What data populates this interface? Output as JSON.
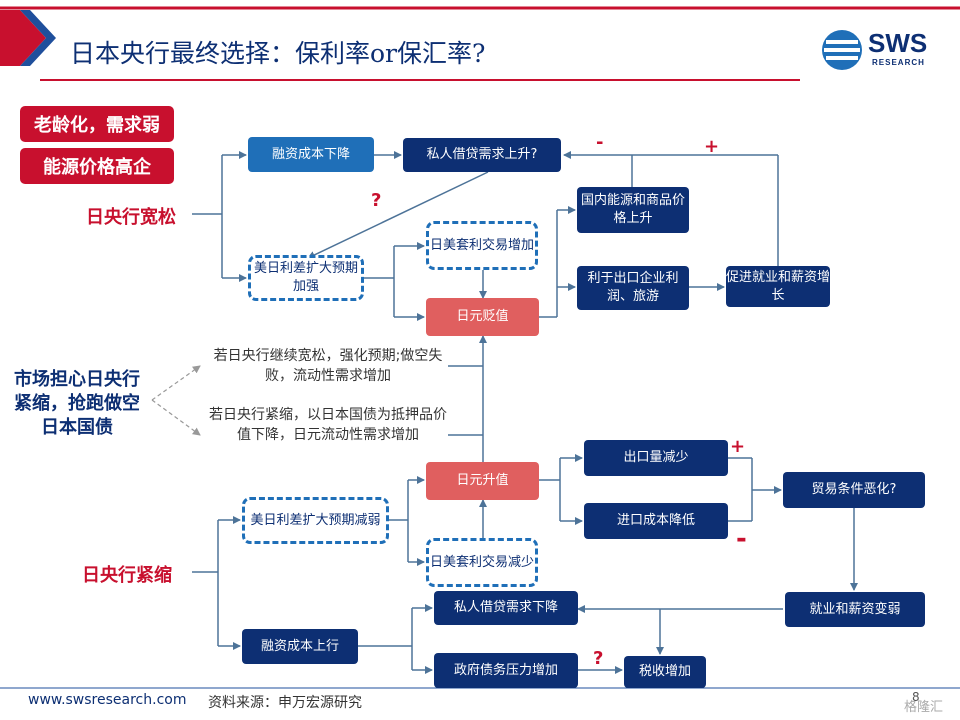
{
  "header": {
    "title": "日本央行最终选择：保利率or保汇率?",
    "logo_text": "SWS",
    "logo_sub": "RESEARCH"
  },
  "tags": {
    "aging": "老龄化，需求弱",
    "energy": "能源价格高企"
  },
  "labels": {
    "easing": "日央行宽松",
    "tightening": "日央行紧缩",
    "market_worry": "市场担心日央行紧缩，抢跑做空日本国债"
  },
  "notes": {
    "note1": "若日央行继续宽松，强化预期;做空失败，流动性需求增加",
    "note2": "若日央行紧缩，以日本国债为抵押品价值下降，日元流动性需求增加"
  },
  "nodes": {
    "financing_down": "融资成本下降",
    "private_credit_up": "私人借贷需求上升?",
    "domestic_prices_up": "国内能源和商品价格上升",
    "carry_up": "日美套利交易增加",
    "spread_widen_strong": "美日利差扩大预期加强",
    "exporters_profit": "利于出口企业利润、旅游",
    "employment_up": "促进就业和薪资增长",
    "yen_depreciation": "日元贬值",
    "yen_appreciation": "日元升值",
    "exports_down": "出口量减少",
    "import_cost_down": "进口成本降低",
    "terms_of_trade": "贸易条件恶化?",
    "spread_widen_weak": "美日利差扩大预期减弱",
    "carry_down": "日美套利交易减少",
    "employment_weak": "就业和薪资变弱",
    "private_credit_down": "私人借贷需求下降",
    "financing_up": "融资成本上行",
    "gov_debt_pressure": "政府债务压力增加",
    "tax_up": "税收增加"
  },
  "signs": {
    "minus_top": "-",
    "plus_top": "+",
    "q_top": "?",
    "plus_bottom": "+",
    "minus_bottom": "-",
    "q_bottom": "?"
  },
  "footer": {
    "url": "www.swsresearch.com",
    "source": "资料来源：申万宏源研究",
    "page": "8",
    "watermark": "格隆汇"
  }
}
